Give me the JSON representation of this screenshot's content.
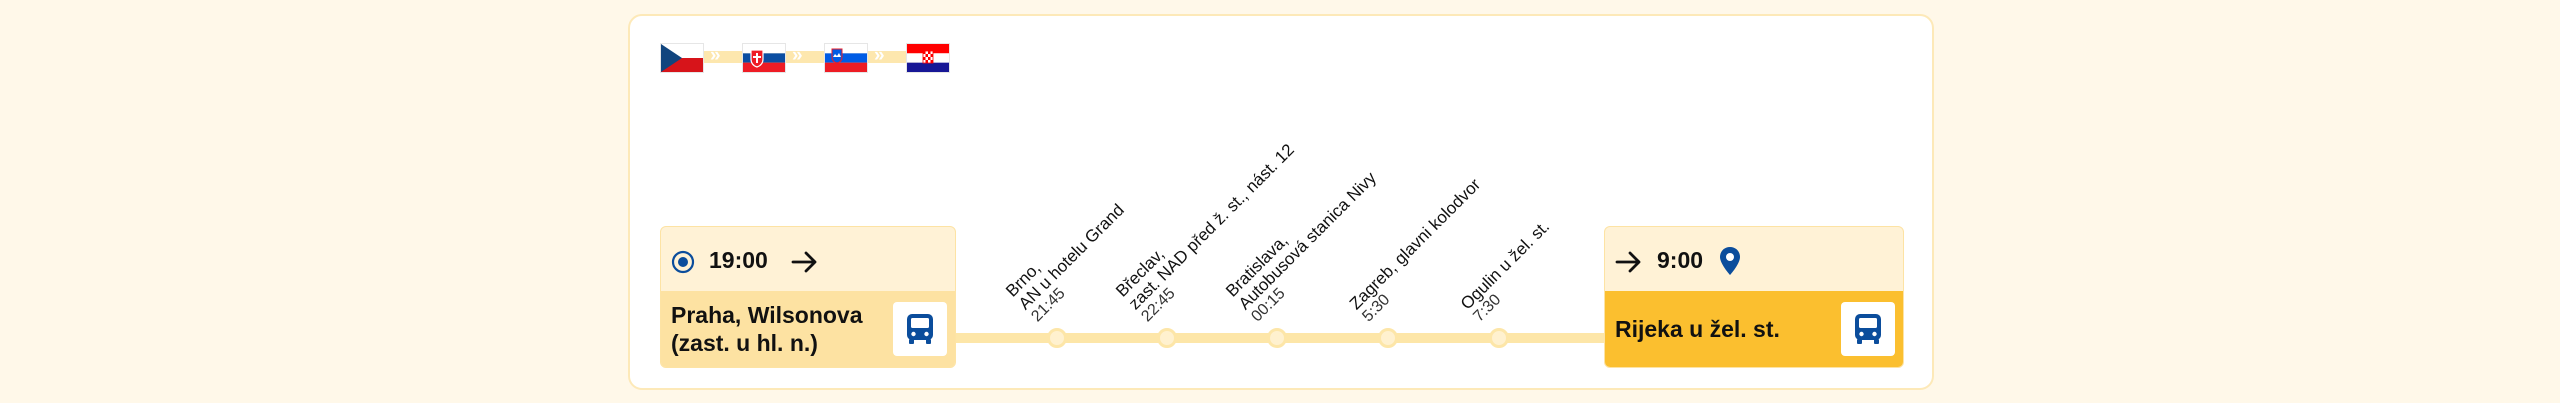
{
  "flags": [
    {
      "country": "Czech Republic",
      "icon": "flag-cz-icon"
    },
    {
      "country": "Slovakia",
      "icon": "flag-sk-icon"
    },
    {
      "country": "Slovenia",
      "icon": "flag-si-icon"
    },
    {
      "country": "Croatia",
      "icon": "flag-hr-icon"
    }
  ],
  "departure": {
    "time": "19:00",
    "station_line1": "Praha, Wilsonova",
    "station_line2": "(zast. u hl. n.)",
    "icon": "bus-icon"
  },
  "intermediate_stops": [
    {
      "line1": "Brno,",
      "line2": "AN u hotelu Grand",
      "time": "21:45"
    },
    {
      "line1": "Břeclav,",
      "line2": "zast. NAD před ž. st., nást. 12",
      "time": "22:45"
    },
    {
      "line1": "Bratislava,",
      "line2": "Autobusová stanica Nivy",
      "time": "00:15"
    },
    {
      "line1": "Zagreb, glavni kolodvor",
      "time": "5:30"
    },
    {
      "line1": "Ogulin u žel. st.",
      "time": "7:30"
    }
  ],
  "arrival": {
    "time": "9:00",
    "station": "Rijeka u žel. st.",
    "icon": "bus-icon"
  },
  "colors": {
    "accent": "#fbbf2f",
    "light": "#fde2a2",
    "route": "#fde6a8",
    "icon_blue": "#0b4d9c"
  }
}
